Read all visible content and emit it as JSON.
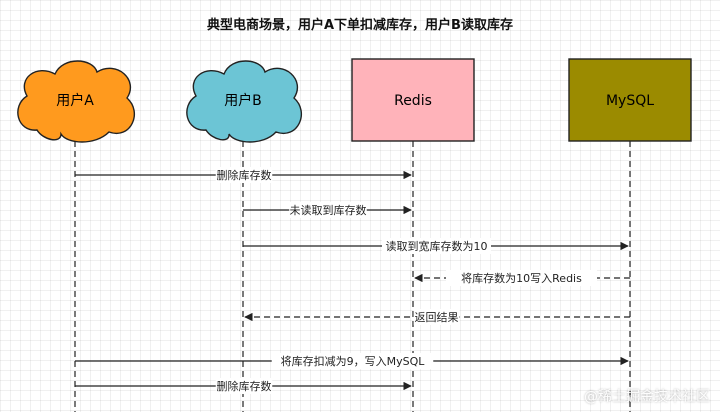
{
  "title": "典型电商场景，用户A下单扣减库存，用户B读取库存",
  "actors": [
    {
      "id": "a",
      "label": "用户A",
      "shape": "cloud",
      "color": "#FF9A1E"
    },
    {
      "id": "b",
      "label": "用户B",
      "shape": "cloud",
      "color": "#6CC5D5"
    },
    {
      "id": "redis",
      "label": "Redis",
      "shape": "box",
      "color": "#FFB3BA"
    },
    {
      "id": "mysql",
      "label": "MySQL",
      "shape": "box",
      "color": "#9B8B00"
    }
  ],
  "messages": [
    {
      "from": "a",
      "to": "redis",
      "label": "删除库存数",
      "style": "solid"
    },
    {
      "from": "b",
      "to": "redis",
      "label": "未读取到库存数",
      "style": "solid"
    },
    {
      "from": "b",
      "to": "mysql",
      "label": "读取到宽库存数为10",
      "style": "solid"
    },
    {
      "from": "mysql",
      "to": "redis",
      "label": "将库存数为10写入Redis",
      "style": "dashed"
    },
    {
      "from": "mysql",
      "to": "b",
      "label": "返回结果",
      "style": "dashed"
    },
    {
      "from": "a",
      "to": "mysql",
      "label": "将库存扣减为9，写入MySQL",
      "style": "solid"
    },
    {
      "from": "a",
      "to": "redis",
      "label": "删除库存数",
      "style": "solid"
    }
  ],
  "watermark": "@稀土掘金技术社区"
}
